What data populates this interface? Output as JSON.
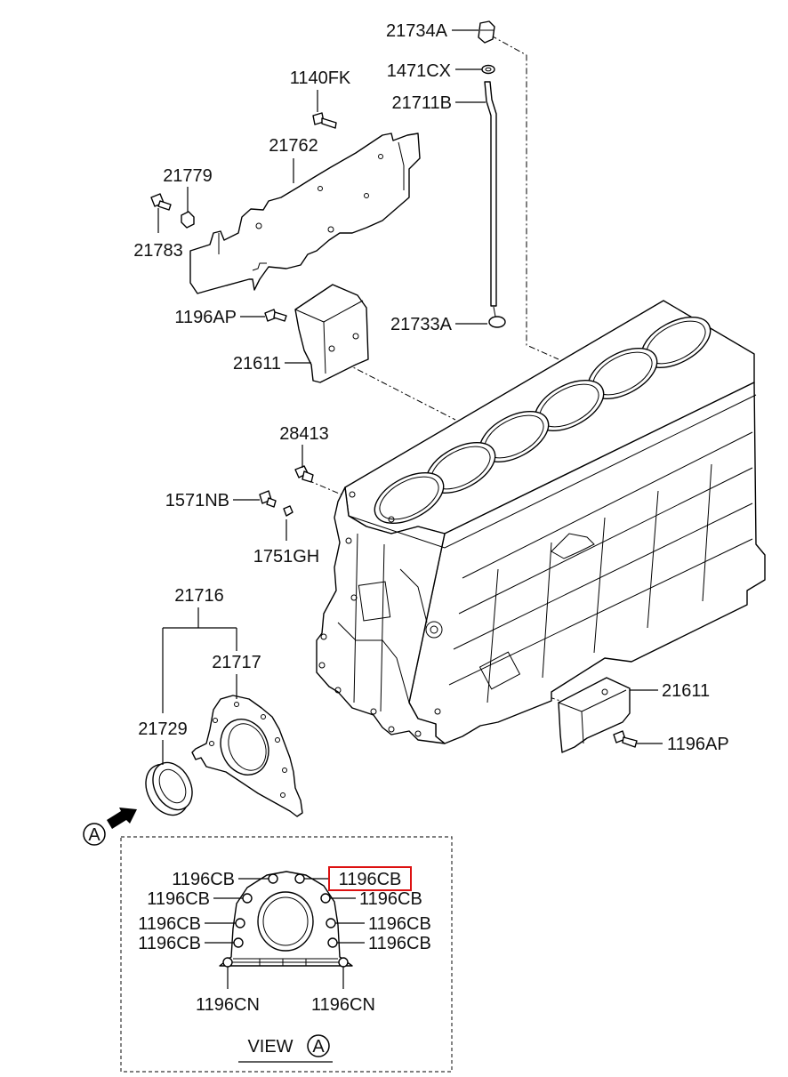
{
  "labels": {
    "p21734A": "21734A",
    "p1471CX": "1471CX",
    "p21711B": "21711B",
    "p1140FK": "1140FK",
    "p21762": "21762",
    "p21779": "21779",
    "p21783": "21783",
    "p1196AP_top": "1196AP",
    "p21733A": "21733A",
    "p21611_top": "21611",
    "p28413": "28413",
    "p1571NB": "1571NB",
    "p1751GH": "1751GH",
    "p21716": "21716",
    "p21717": "21717",
    "p21729": "21729",
    "p21611_bottom": "21611",
    "p1196AP_bottom": "1196AP",
    "view_ref": "A"
  },
  "view": {
    "title": "VIEW",
    "ref": "A",
    "cb_top_left": "1196CB",
    "cb_top_right": "1196CB",
    "cb_left_2": "1196CB",
    "cb_right_2": "1196CB",
    "cb_left_3": "1196CB",
    "cb_right_3": "1196CB",
    "cb_left_4": "1196CB",
    "cb_right_4": "1196CB",
    "cn_left": "1196CN",
    "cn_right": "1196CN"
  },
  "colors": {
    "highlight": "#dd1111",
    "ink": "#000000"
  }
}
